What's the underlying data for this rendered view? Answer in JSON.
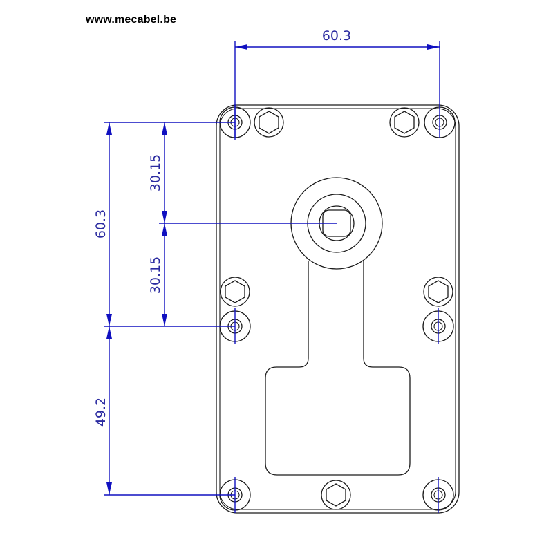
{
  "header": {
    "website": "www.mecabel.be"
  },
  "dimensions": {
    "top_width": "60.3",
    "left_height": "60.3",
    "upper_half": "30.15",
    "lower_half": "30.15",
    "bottom_height": "49.2"
  },
  "colors": {
    "outline": "#1a1a1a",
    "dimension": "#1010c0",
    "background": "#ffffff"
  }
}
